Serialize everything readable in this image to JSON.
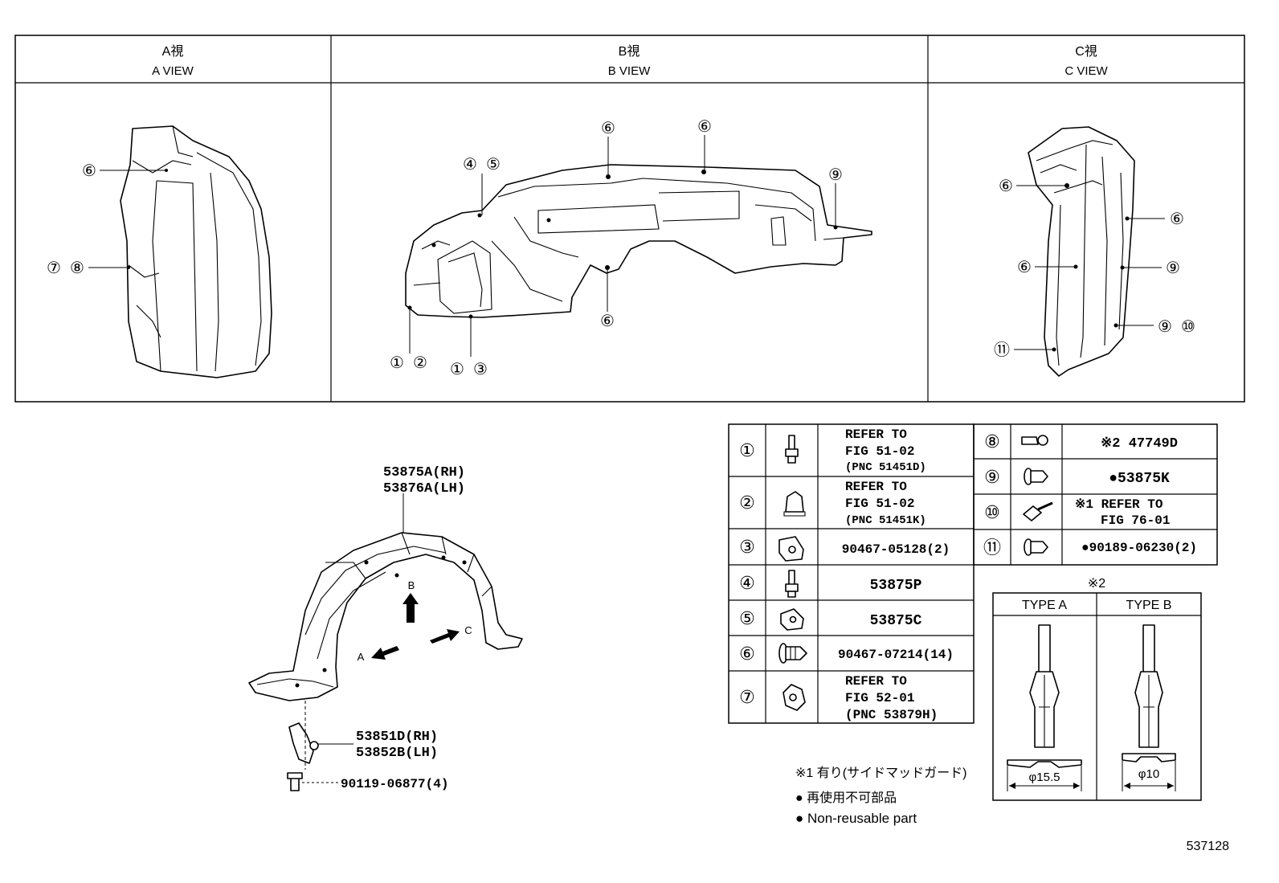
{
  "views": {
    "a": {
      "title_jp": "A視",
      "title_en": "A VIEW"
    },
    "b": {
      "title_jp": "B視",
      "title_en": "B VIEW"
    },
    "c": {
      "title_jp": "C視",
      "title_en": "C VIEW"
    }
  },
  "callouts": {
    "n1": "①",
    "n2": "②",
    "n3": "③",
    "n4": "④",
    "n5": "⑤",
    "n6": "⑥",
    "n7": "⑦",
    "n8": "⑧",
    "n9": "⑨",
    "n10": "⑩",
    "n11": "⑪"
  },
  "main_parts": {
    "liner_rh": "53875A(RH)",
    "liner_lh": "53876A(LH)",
    "bracket_rh": "53851D(RH)",
    "bracket_lh": "53852B(LH)",
    "bolt": "90119-06877(4)",
    "arrow_a": "A",
    "arrow_b": "B",
    "arrow_c": "C"
  },
  "table_left": [
    {
      "num": "①",
      "lines": [
        "REFER TO",
        "FIG 51-02",
        "(PNC 51451D)"
      ]
    },
    {
      "num": "②",
      "lines": [
        "REFER TO",
        "FIG 51-02",
        "(PNC 51451K)"
      ]
    },
    {
      "num": "③",
      "lines": [
        "90467-05128(2)"
      ]
    },
    {
      "num": "④",
      "lines": [
        "53875P"
      ]
    },
    {
      "num": "⑤",
      "lines": [
        "53875C"
      ]
    },
    {
      "num": "⑥",
      "lines": [
        "90467-07214(14)"
      ]
    },
    {
      "num": "⑦",
      "lines": [
        "REFER TO",
        "FIG 52-01",
        "(PNC 53879H)"
      ]
    }
  ],
  "table_right": [
    {
      "num": "⑧",
      "lines": [
        "※2 47749D"
      ]
    },
    {
      "num": "⑨",
      "lines": [
        "●53875K"
      ]
    },
    {
      "num": "⑩",
      "lines": [
        "※1 REFER TO",
        "FIG 76-01"
      ]
    },
    {
      "num": "⑪",
      "lines": [
        "●90189-06230(2)"
      ]
    }
  ],
  "types": {
    "header": "※2",
    "type_a": "TYPE A",
    "type_b": "TYPE B",
    "dim_a": "φ15.5",
    "dim_b": "φ10"
  },
  "notes": {
    "note1": "※1 有り(サイドマッドガード)",
    "note2": "● 再使用不可部品",
    "note3": "● Non-reusable part"
  },
  "figure_number": "537128"
}
